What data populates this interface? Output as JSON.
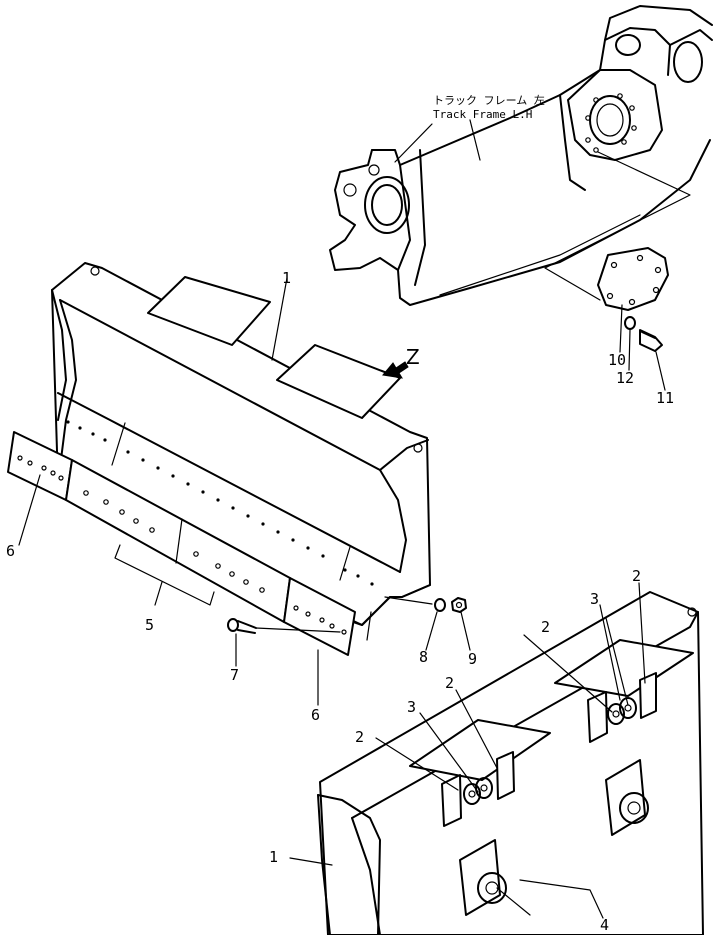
{
  "diagram": {
    "note_jp": "トラック フレーム 左",
    "note_en": "Track Frame L.H",
    "view_label": "Z",
    "callouts": {
      "c1_top": "1",
      "c1_bottom": "1",
      "c2_a": "2",
      "c2_b": "2",
      "c2_c": "2",
      "c2_d": "2",
      "c3_a": "3",
      "c3_b": "3",
      "c4": "4",
      "c5": "5",
      "c6_left": "6",
      "c6_bottom": "6",
      "c7": "7",
      "c8": "8",
      "c9": "9",
      "c10": "10",
      "c11": "11",
      "c12": "12"
    }
  }
}
